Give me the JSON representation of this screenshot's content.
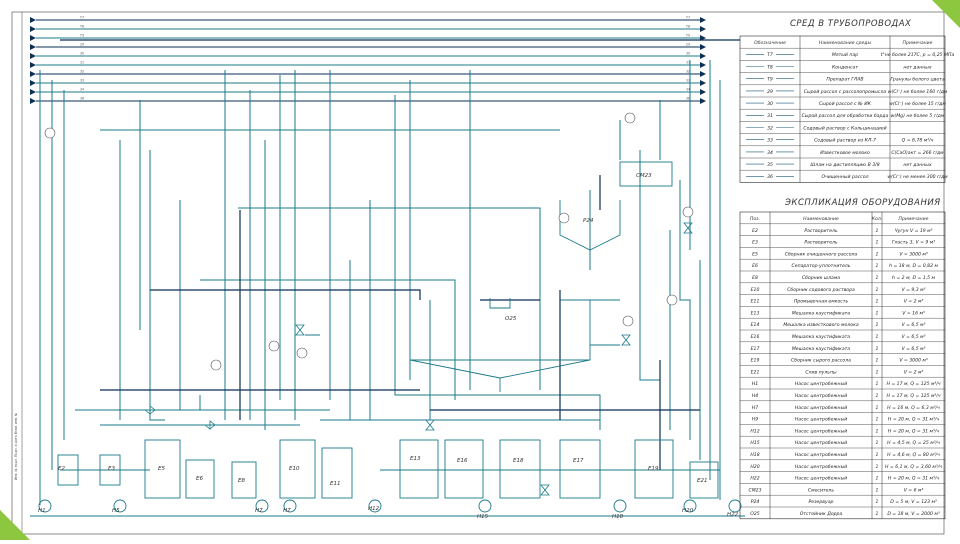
{
  "colors": {
    "pipe": "#1a7a8a",
    "pipe_dark": "#0b2f55",
    "frame": "#2a2a2a",
    "accent": "#8dc63f"
  },
  "media_table": {
    "title": "СРЕД В ТРУБОПРОВОДАХ",
    "headers": [
      "Обозначение",
      "Наименование среды",
      "Примечание"
    ],
    "rows": [
      {
        "code": "Т7",
        "name": "Мятый пар",
        "note": "t°не более 217С, p = 0,25 МПа"
      },
      {
        "code": "Т8",
        "name": "Конденсат",
        "note": "нет данных"
      },
      {
        "code": "Т9",
        "name": "Препарат ГЛАВ",
        "note": "Гранулы белого цвета"
      },
      {
        "code": "29",
        "name": "Сырой рассол с рассолопромысла",
        "note": "w(Cl⁻) не более 160 г/дм"
      },
      {
        "code": "30",
        "name": "Сырой рассол с № ИК",
        "note": "w(Cl⁻) не более 15 г/дм"
      },
      {
        "code": "31",
        "name": "Сырой рассол для обработки барда",
        "note": "w(Mg) не более 5 г/дм"
      },
      {
        "code": "32",
        "name": "Содовый раствор с Кальцинацией",
        "note": ""
      },
      {
        "code": "33",
        "name": "Содовый раствор из КЛ-7",
        "note": "Q = 6,78 м³/ч"
      },
      {
        "code": "34",
        "name": "Известковое молоко",
        "note": "C(CaO)акт = 266 г/дм"
      },
      {
        "code": "35",
        "name": "Шлам на дистилляцию В 3/8",
        "note": "нет данных"
      },
      {
        "code": "36",
        "name": "Очищенный рассол",
        "note": "w(Cl⁻) не менее 300 г/дм"
      }
    ]
  },
  "equipment_table": {
    "title": "ЭКСПЛИКАЦИЯ ОБОРУДОВАНИЯ",
    "headers": [
      "Поз.",
      "Наименование",
      "Кол.",
      "Примечание"
    ],
    "rows": [
      {
        "pos": "Е2",
        "name": "Растворитель",
        "qty": "1",
        "note": "Чугун V = 19 м³"
      },
      {
        "pos": "Е3",
        "name": "Растворитель",
        "qty": "1",
        "note": "Гласть 3, V = 9 м³"
      },
      {
        "pos": "Е5",
        "name": "Сборник очищенного рассола",
        "qty": "1",
        "note": "V = 3000 м³"
      },
      {
        "pos": "Е6",
        "name": "Сепаратор-уплотнитель",
        "qty": "1",
        "note": "h = 18 м, D = 0,82 м"
      },
      {
        "pos": "Е8",
        "name": "Сборник шлама",
        "qty": "1",
        "note": "h = 2 м, D = 1,5 м"
      },
      {
        "pos": "Е10",
        "name": "Сборник содового раствора",
        "qty": "1",
        "note": "V = 9,3 м³"
      },
      {
        "pos": "Е11",
        "name": "Промывочная емкость",
        "qty": "1",
        "note": "V = 2 м³"
      },
      {
        "pos": "Е13",
        "name": "Мешалка каустификата",
        "qty": "1",
        "note": "V = 16 м³"
      },
      {
        "pos": "Е14",
        "name": "Мешалка известкового молока",
        "qty": "1",
        "note": "V = 6,5 м³"
      },
      {
        "pos": "Е16",
        "name": "Мешалка каустификата",
        "qty": "1",
        "note": "V = 6,5 м³"
      },
      {
        "pos": "Е17",
        "name": "Мешалка каустификата",
        "qty": "1",
        "note": "V = 6,5 м³"
      },
      {
        "pos": "Е19",
        "name": "Сборник сырого рассола",
        "qty": "1",
        "note": "V = 3000 м³"
      },
      {
        "pos": "Е21",
        "name": "Слив пульпы",
        "qty": "1",
        "note": "V = 2 м³"
      },
      {
        "pos": "Н1",
        "name": "Насос центробежный",
        "qty": "1",
        "note": "H = 17 м, Q = 125 м³/ч"
      },
      {
        "pos": "Н4",
        "name": "Насос центробежный",
        "qty": "1",
        "note": "H = 17 м, Q = 125 м³/ч"
      },
      {
        "pos": "Н7",
        "name": "Насос центробежный",
        "qty": "1",
        "note": "H = 16 м, Q = 6,3 м³/ч"
      },
      {
        "pos": "Н9",
        "name": "Насос центробежный",
        "qty": "1",
        "note": "H = 20 м, Q = 31 м³/ч"
      },
      {
        "pos": "Н12",
        "name": "Насос центробежный",
        "qty": "1",
        "note": "H = 20 м, Q = 31 м³/ч"
      },
      {
        "pos": "Н15",
        "name": "Насос центробежный",
        "qty": "1",
        "note": "H = 4,5 м, Q = 25 м³/ч"
      },
      {
        "pos": "Н18",
        "name": "Насос центробежный",
        "qty": "1",
        "note": "H = 4,6 м, Q = 80 м³/ч"
      },
      {
        "pos": "Н20",
        "name": "Насос центробежный",
        "qty": "1",
        "note": "H = 6,1 м, Q = 3,60 м³/ч"
      },
      {
        "pos": "Н22",
        "name": "Насос центробежный",
        "qty": "1",
        "note": "H = 20 м, Q = 31 м³/ч"
      },
      {
        "pos": "СМ23",
        "name": "Смеситель",
        "qty": "1",
        "note": "V = 6 м³"
      },
      {
        "pos": "Р24",
        "name": "Резервуар",
        "qty": "1",
        "note": "D = 5 м, V = 123 м³"
      },
      {
        "pos": "О25",
        "name": "Отстойник Дорра",
        "qty": "1",
        "note": "D = 18 м, V = 2000 м³"
      }
    ]
  },
  "header_pipe_codes": [
    "Т7",
    "Т8",
    "Т9",
    "29",
    "30",
    "31",
    "32",
    "33",
    "34",
    "36"
  ],
  "diagram_labels": {
    "sm23": "СМ23",
    "p24": "Р24",
    "o25": "О25",
    "e2": "Е2",
    "e3": "Е3",
    "e5": "Е5",
    "e6": "Е6",
    "e8": "Е8",
    "e10": "Е10",
    "e11": "Е11",
    "e13": "Е13",
    "e16": "Е16",
    "e18": "Е18",
    "e17": "Е17",
    "e19": "Е19",
    "e21": "Е21",
    "h1": "Н1",
    "h5": "Н5",
    "h7a": "Н7",
    "h7b": "Н7",
    "h12": "Н12",
    "h15": "Н15",
    "h18": "Н18",
    "h20": "Н20",
    "h22": "Н22"
  }
}
